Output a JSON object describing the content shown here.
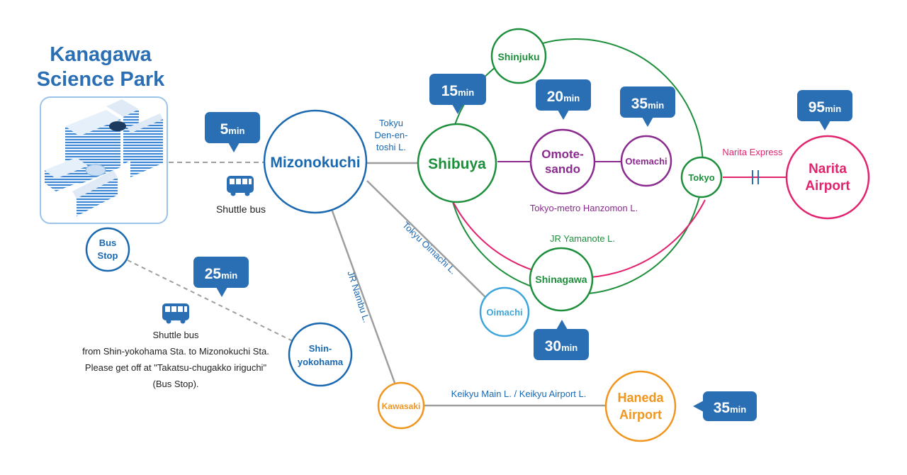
{
  "title": [
    "Kanagawa",
    "Science Park"
  ],
  "colors": {
    "blue": "#1a68b0",
    "green": "#1d8f3c",
    "purple": "#8b2a8e",
    "pink": "#e2236e",
    "light_blue": "#3fa6db",
    "orange": "#f0961e",
    "gray": "#9e9e9e",
    "badge": "#2a6fb4"
  },
  "stations": {
    "mizonokuchi": "Mizonokuchi",
    "shibuya": "Shibuya",
    "shinjuku": "Shinjuku",
    "omotesando": [
      "Omote-",
      "sando"
    ],
    "otemachi": "Otemachi",
    "tokyo": "Tokyo",
    "narita": [
      "Narita",
      "Airport"
    ],
    "shinagawa": "Shinagawa",
    "oimachi": "Oimachi",
    "kawasaki": "Kawasaki",
    "haneda": [
      "Haneda",
      "Airport"
    ],
    "shin_yokohama": [
      "Shin-",
      "yokohama"
    ],
    "bus_stop": [
      "Bus",
      "Stop"
    ]
  },
  "lines": {
    "den_en_toshi": [
      "Tokyu",
      "Den-en-",
      "toshi L."
    ],
    "hanzomon": "Tokyo-metro Hanzomon L.",
    "yamanote": "JR Yamanote L.",
    "narita_express": "Narita Express",
    "oimachi_line": "Tokyu Oimachi L.",
    "nambu": "JR Nambu L.",
    "keikyu": "Keikyu Main L. / Keikyu Airport L."
  },
  "times": {
    "mizonokuchi": {
      "num": "5",
      "unit": "min"
    },
    "shibuya": {
      "num": "15",
      "unit": "min"
    },
    "omotesando": {
      "num": "20",
      "unit": "min"
    },
    "otemachi": {
      "num": "35",
      "unit": "min"
    },
    "narita": {
      "num": "95",
      "unit": "min"
    },
    "shin_yokohama": {
      "num": "25",
      "unit": "min"
    },
    "shinagawa": {
      "num": "30",
      "unit": "min"
    },
    "haneda": {
      "num": "35",
      "unit": "min"
    }
  },
  "bus_labels": {
    "shuttle": "Shuttle bus",
    "shuttle2": [
      "Shuttle bus",
      "from Shin-yokohama Sta. to Mizonokuchi Sta.",
      "Please get off at \"Takatsu-chugakko iriguchi\"",
      "(Bus Stop)."
    ]
  },
  "icons": [
    "building-icon",
    "bus-icon"
  ]
}
